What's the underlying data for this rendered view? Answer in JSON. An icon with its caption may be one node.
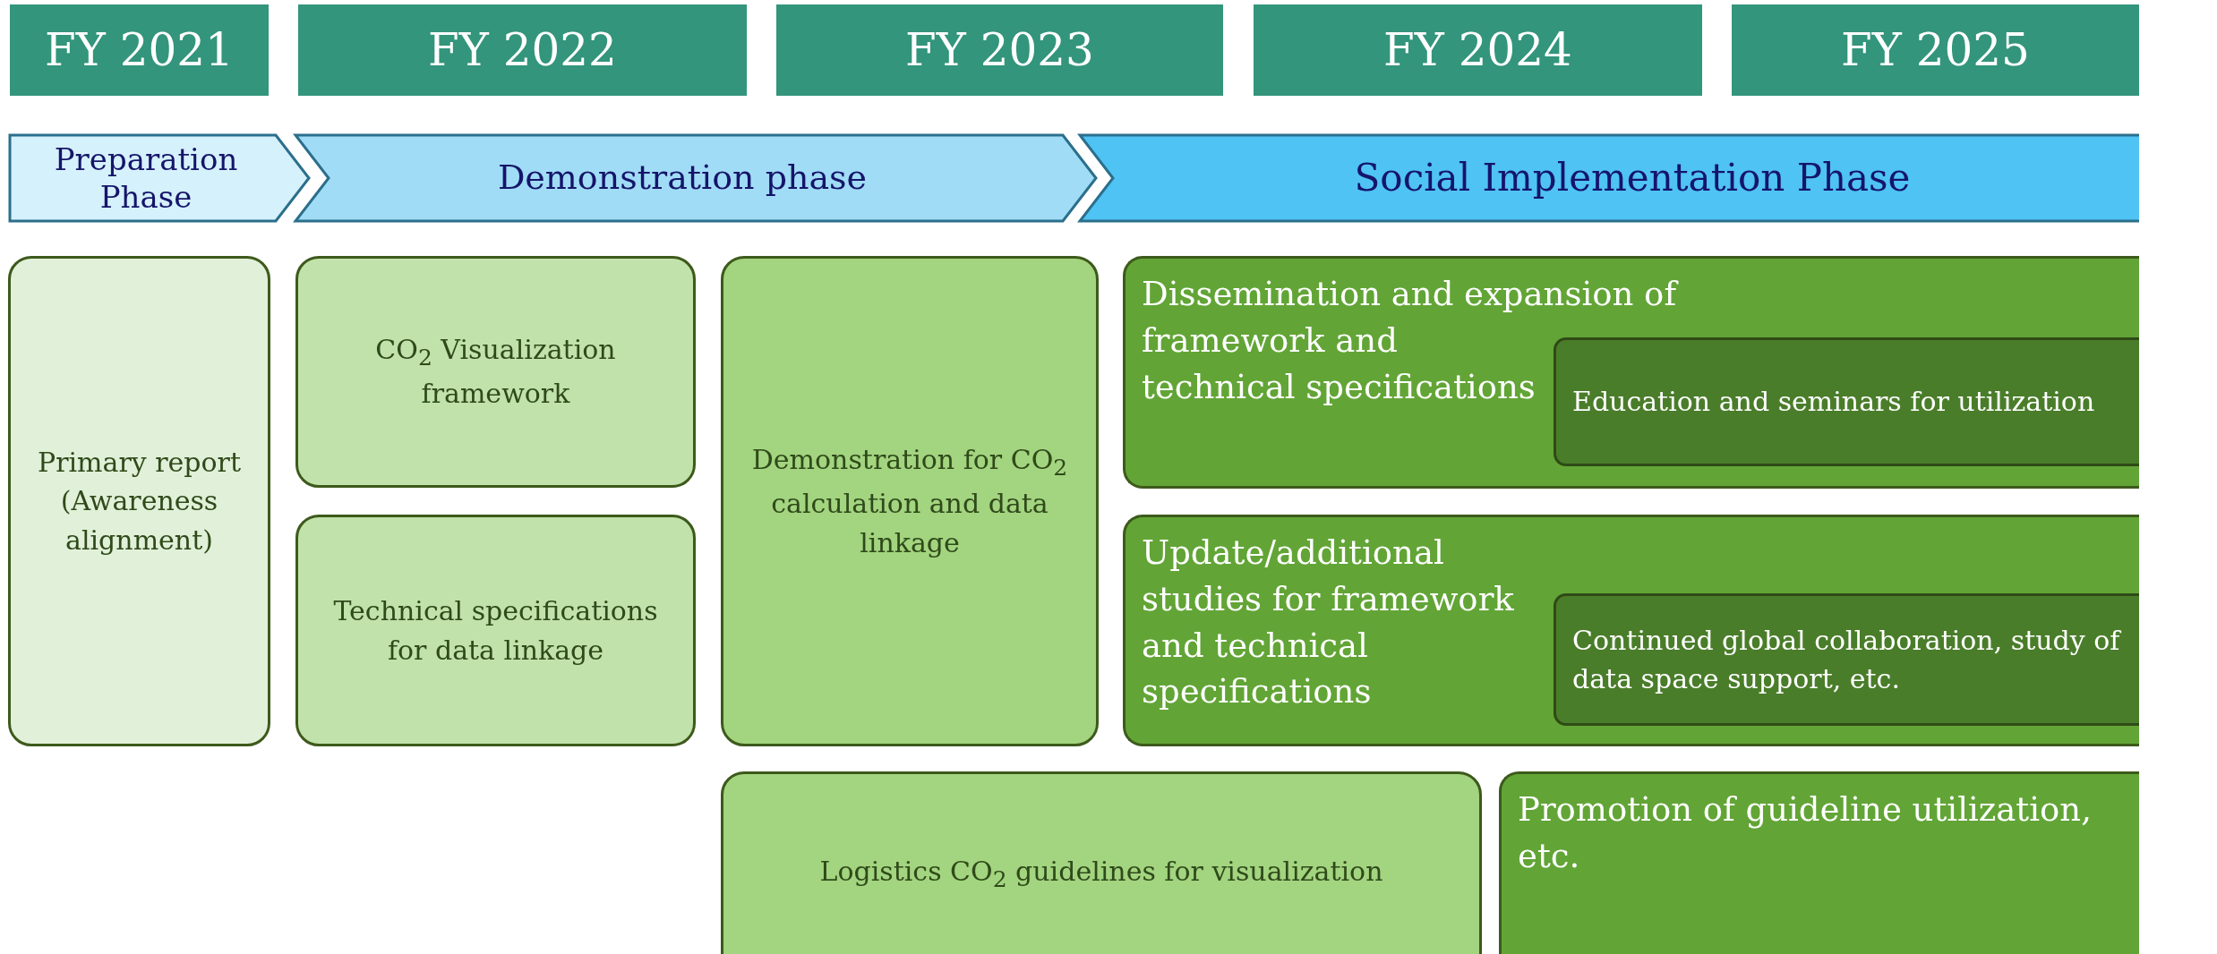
{
  "diagram": {
    "nodes": [
      {
        "text": [
          "FY 2021"
        ]
      },
      {
        "text": [
          "FY 2022"
        ]
      },
      {
        "text": [
          "FY 2023"
        ]
      },
      {
        "text": [
          "FY 2024"
        ]
      },
      {
        "text": [
          "FY 2025"
        ]
      },
      {
        "text": [
          "Preparation Phase"
        ]
      },
      {
        "text": [
          "Demonstration phase"
        ]
      },
      {
        "text": [
          "Social Implementation Phase"
        ]
      },
      {
        "text": [
          "Primary report (Awareness alignment)"
        ]
      },
      {
        "text": [
          "CO$_{2}$ Visualization framework"
        ]
      },
      {
        "text": [
          "Technical specifications for data linkage"
        ]
      },
      {
        "text": [
          "Demonstration for CO$_{2}$ calculation and data linkage"
        ]
      },
      {
        "text": [
          "Dissemination and expansion of framework and technical specifications"
        ]
      },
      {
        "text": [
          "Education and seminars for utilization"
        ],
        "in": 12
      },
      {
        "text": [
          "Update/additional studies for framework and technical specifications"
        ]
      },
      {
        "text": [
          "Continued global collaboration, study of data space support, etc."
        ],
        "in": 14
      },
      {
        "text": [
          "Logistics CO$_{2}$ guidelines for visualization"
        ]
      },
      {
        "text": [
          "Promotion of guideline utilization, etc."
        ]
      }
    ]
  }
}
